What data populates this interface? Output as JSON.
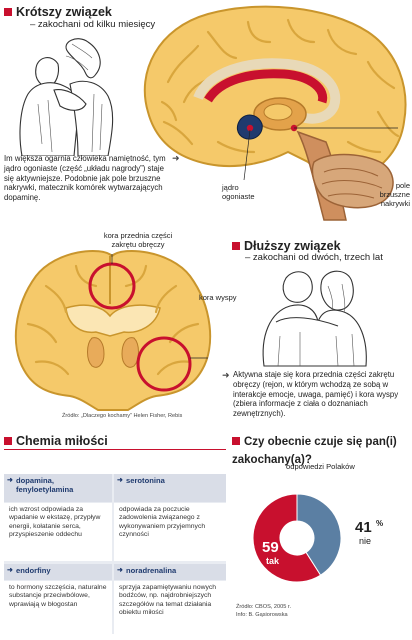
{
  "short": {
    "title": "Krótszy związek",
    "subtitle": "– zakochani od kilku miesięcy",
    "text": "Im większa ogarnia człowieka namiętność, tym jądro ogoniaste (część „układu nagrody”) staje się aktywniejsze. Podobnie jak pole brzuszne nakrywki, matecznik komórek wytwarzających dopaminę.",
    "label_caudate": "jądro ogoniaste",
    "label_vta": "pole brzuszne nakrywki"
  },
  "long": {
    "label_cingulate": "kora przednia części zakrętu obręczy",
    "label_insula": "kora wyspy",
    "title": "Dłuższy związek",
    "subtitle": "– zakochani od dwóch, trzech lat",
    "text": "Aktywna staje się kora przednia części zakrętu obręczy (rejon, w którym wchodzą ze sobą w interakcje emocje, uwaga, pamięć) i kora wyspy (zbiera informacje z ciała o doznaniach zewnętrznych).",
    "source": "Źródło: „Dlaczego kochamy” Helen Fisher, Rebis"
  },
  "chem": {
    "title": "Chemia miłości",
    "cells": [
      {
        "head": "dopamina, fenyloetylamina",
        "body": "ich wzrost odpowiada za wpadanie w ekstazę, przypływ energii, kołatanie serca, przyspieszenie oddechu"
      },
      {
        "head": "serotonina",
        "body": "odpowiada za poczucie zadowolenia związanego z wykonywaniem przyjemnych czynności"
      },
      {
        "head": "endorfiny",
        "body": "to hormony szczęścia, naturalne substancje przeciwbólowe, wprawiają w błogostan"
      },
      {
        "head": "noradrenalina",
        "body": "sprzyja zapamiętywaniu nowych bodźców, np. najdrobniejszych szczegółów na temat działania obiektu miłości"
      }
    ]
  },
  "survey": {
    "title": "Czy obecnie czuje się pan(i) zakochany(a)?",
    "subtitle": "odpowiedzi Polaków",
    "source": "Źródło: CBOS, 2005 r.",
    "credit": "Info: B. Gąsiorowska"
  },
  "chart_data": {
    "type": "pie",
    "title": "Czy obecnie czuje się pan(i) zakochany(a)?",
    "subtitle": "odpowiedzi Polaków",
    "slices": [
      {
        "label": "tak",
        "value": 59,
        "display": "59",
        "unit": "%",
        "color": "#c8102e"
      },
      {
        "label": "nie",
        "value": 41,
        "display": "41",
        "unit": "%",
        "color": "#5b7fa3"
      }
    ]
  },
  "colors": {
    "accent": "#c8102e",
    "navy": "#1f3a6e",
    "brain": "#f5c96a",
    "brain_dark": "#c9952c",
    "chem_bg": "#e9ecf2"
  }
}
